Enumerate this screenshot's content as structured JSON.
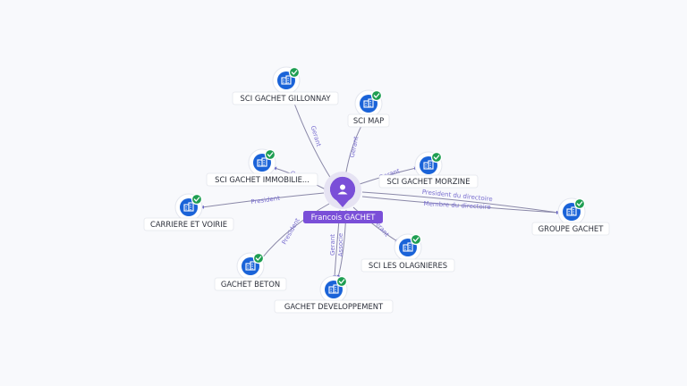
{
  "center": {
    "name": "Francois GACHET",
    "icon": "person-icon",
    "color": "#7a4fd8"
  },
  "companies": [
    {
      "id": "gillonnay",
      "name": "SCI GACHET GILLONNAY",
      "verified": true
    },
    {
      "id": "map",
      "name": "SCI MAP",
      "verified": true
    },
    {
      "id": "immobilie",
      "name": "SCI GACHET IMMOBILIE...",
      "verified": true
    },
    {
      "id": "morzine",
      "name": "SCI GACHET MORZINE",
      "verified": true
    },
    {
      "id": "carriere",
      "name": "CARRIERE ET VOIRIE",
      "verified": true
    },
    {
      "id": "groupe",
      "name": "GROUPE GACHET",
      "verified": true
    },
    {
      "id": "olagnieres",
      "name": "SCI LES OLAGNIERES",
      "verified": true
    },
    {
      "id": "beton",
      "name": "GACHET BETON",
      "verified": true
    },
    {
      "id": "developpement",
      "name": "GACHET DEVELOPPEMENT",
      "verified": true
    }
  ],
  "relations": [
    {
      "target": "gillonnay",
      "label": "Gerant"
    },
    {
      "target": "map",
      "label": "Gerant"
    },
    {
      "target": "immobilie",
      "label": "Gerant"
    },
    {
      "target": "morzine",
      "label": "Gerant"
    },
    {
      "target": "carriere",
      "label": "President"
    },
    {
      "target": "groupe",
      "label": "President du directoire"
    },
    {
      "target": "groupe",
      "label": "Membre du directoire"
    },
    {
      "target": "olagnieres",
      "label": "Gerant"
    },
    {
      "target": "beton",
      "label": "President"
    },
    {
      "target": "developpement",
      "label": "Gerant"
    },
    {
      "target": "developpement",
      "label": "Associe"
    }
  ],
  "colors": {
    "company_node": "#1a63d8",
    "verified_badge": "#1e9e52",
    "edge": "#8a88a8",
    "edge_label": "#7a6fd0"
  },
  "icons": {
    "company": "building-icon",
    "verified": "check-badge-icon"
  }
}
